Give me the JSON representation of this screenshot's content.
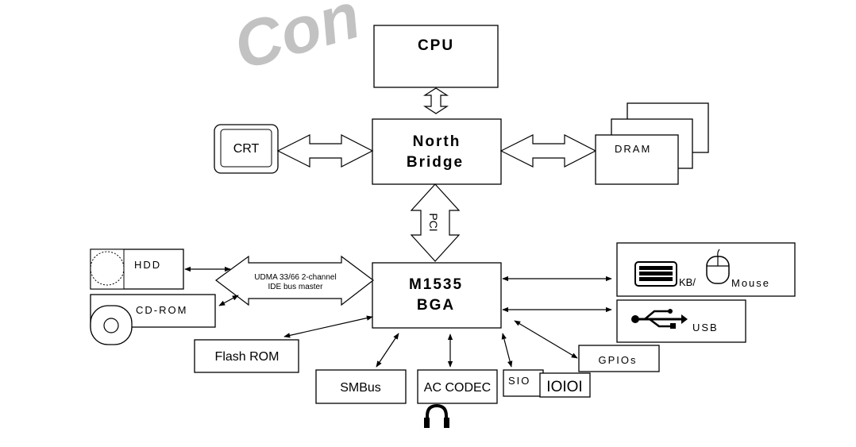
{
  "watermark": "Con",
  "nodes": {
    "cpu": "CPU",
    "north_bridge_1": "North",
    "north_bridge_2": "Bridge",
    "crt": "CRT",
    "dram": "DRAM",
    "pci": "PCI",
    "south_1": "M1535",
    "south_2": "BGA",
    "hdd": "HDD",
    "cdrom": "CD-ROM",
    "ide_1": "UDMA 33/66 2-channel",
    "ide_2": "IDE bus master",
    "flash": "Flash ROM",
    "smbus": "SMBus",
    "codec": "AC CODEC",
    "sio": "SIO",
    "sio_port": "IOIOI",
    "gpio": "GPIOs",
    "kb": "KB/",
    "mouse": "Mouse",
    "usb": "USB"
  },
  "colors": {
    "line": "#000000",
    "watermark": "#c2c2c2"
  }
}
